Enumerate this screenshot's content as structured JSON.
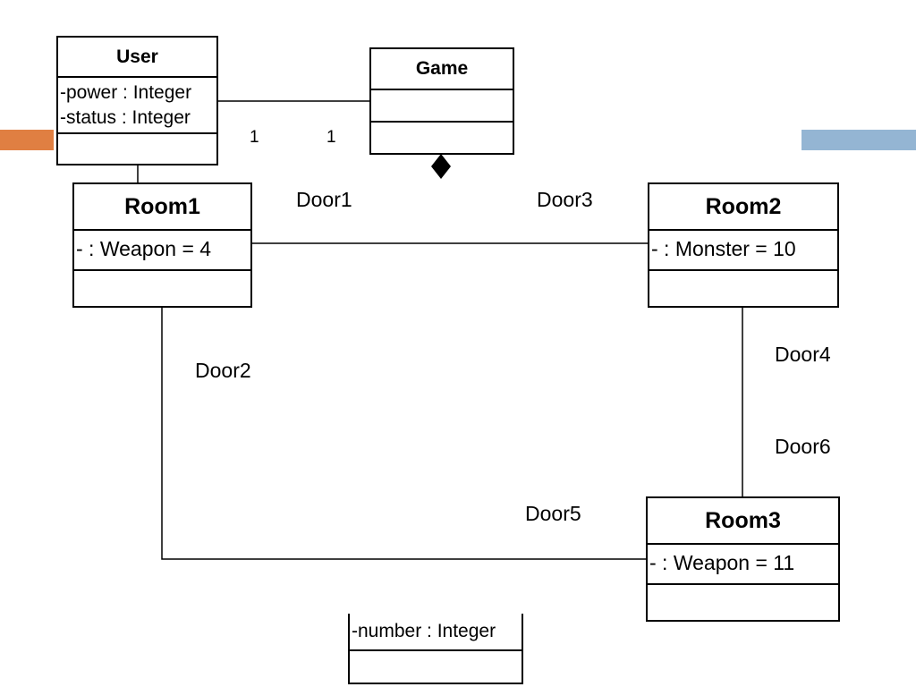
{
  "colors": {
    "left_accent": "#e07f42",
    "right_accent": "#94b5d3"
  },
  "classes": {
    "user": {
      "name": "User",
      "attributes": [
        "-power : Integer",
        "-status : Integer"
      ]
    },
    "game": {
      "name": "Game",
      "attributes": []
    },
    "room1": {
      "name": "Room1",
      "attributes": [
        "- : Weapon = 4"
      ]
    },
    "room2": {
      "name": "Room2",
      "attributes": [
        "- : Monster = 10"
      ]
    },
    "room3": {
      "name": "Room3",
      "attributes": [
        "- : Weapon = 11"
      ]
    },
    "partial": {
      "name": "",
      "attributes": [
        "-number : Integer"
      ]
    }
  },
  "associations": {
    "user_game": {
      "multiplicity_user": "1",
      "multiplicity_game": "1"
    }
  },
  "door_labels": {
    "door1": "Door1",
    "door2": "Door2",
    "door3": "Door3",
    "door4": "Door4",
    "door5": "Door5",
    "door6": "Door6"
  }
}
